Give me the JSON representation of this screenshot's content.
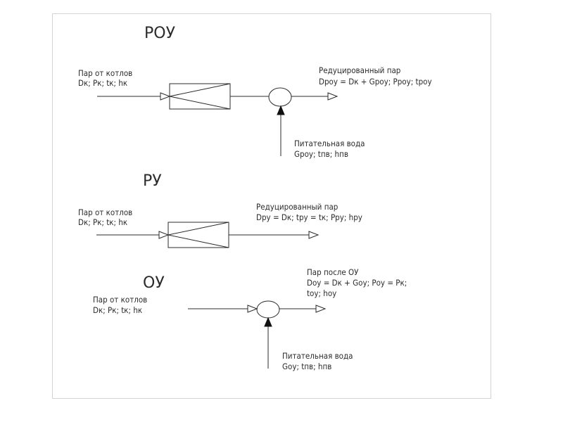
{
  "diagram": {
    "sections": [
      {
        "id": "rou",
        "title": "РОУ",
        "input": {
          "line1": "Пар от котлов",
          "line2": "Dк; Pк; tк; hк"
        },
        "output": {
          "line1": "Редуцированный пар",
          "line2": "Dроу = Dк + Gроу; Pроу; tроу"
        },
        "feed": {
          "line1": "Питательная вода",
          "line2": "Gроу; tпв; hпв"
        },
        "components": [
          "reducer",
          "mixer"
        ]
      },
      {
        "id": "ru",
        "title": "РУ",
        "input": {
          "line1": "Пар от котлов",
          "line2": "Dк; Pк; tк; hк"
        },
        "output": {
          "line1": "Редуцированный пар",
          "line2": "Dру = Dк; tру = tк; Pру; hру"
        },
        "components": [
          "reducer"
        ]
      },
      {
        "id": "ou",
        "title": "ОУ",
        "input": {
          "line1": "Пар от котлов",
          "line2": "Dк; Pк; tк; hк"
        },
        "output": {
          "line1": "Пар после ОУ",
          "line2": "Dоу = Dк + Gоу; Pоу = Pк;",
          "line3": "tоу; hоу"
        },
        "feed": {
          "line1": "Питательная вода",
          "line2": "Gоу; tпв; hпв"
        },
        "components": [
          "mixer"
        ]
      }
    ]
  },
  "colors": {
    "stroke": "#2b2b2b",
    "frame": "#d4d4d4",
    "background": "#ffffff"
  }
}
